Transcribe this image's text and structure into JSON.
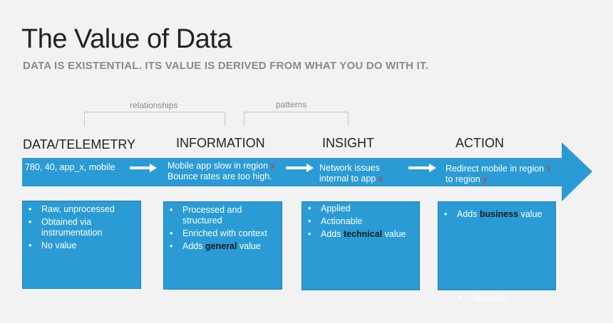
{
  "header": {
    "title": "The Value of Data",
    "subtitle": "DATA IS EXISTENTIAL. ITS VALUE IS DERIVED FROM WHAT YOU DO WITH IT."
  },
  "brackets": {
    "relationships": "relationships",
    "patterns": "patterns"
  },
  "stages": [
    {
      "title": "DATA/TELEMETRY",
      "band_lines": [
        "780, 40, app_x, mobile"
      ],
      "bullets": [
        {
          "text": "Raw, unprocessed"
        },
        {
          "text": "Obtained via instrumentation"
        },
        {
          "text": "No value"
        }
      ]
    },
    {
      "title": "INFORMATION",
      "band_lines": [
        "Mobile app slow in region ",
        "Bounce rates are too high."
      ],
      "band_vars": [
        "x"
      ],
      "bullets": [
        {
          "text": "Processed and structured"
        },
        {
          "text": "Enriched with context"
        },
        {
          "pre": "Adds ",
          "bold": "general",
          "post": " value"
        }
      ]
    },
    {
      "title": "INSIGHT",
      "band_lines": [
        "Network issues",
        "internal to app "
      ],
      "band_vars": [
        "x"
      ],
      "bullets": [
        {
          "text": "Applied"
        },
        {
          "text": "Actionable"
        },
        {
          "pre": "Adds ",
          "bold": "technical",
          "post": " value"
        }
      ]
    },
    {
      "title": "ACTION",
      "band_lines": [
        "Redirect mobile in region ",
        "to region "
      ],
      "band_vars": [
        "x",
        "y"
      ],
      "bullets": [
        {
          "pre": "Adds ",
          "bold": "business",
          "post": " value"
        }
      ]
    }
  ],
  "faded_text": "Valuable",
  "colors": {
    "band": "#2b9bd6",
    "box": "#2b9bd6",
    "variable": "#d9342b",
    "title": "#222222",
    "subtitle": "#8a8a8a"
  }
}
